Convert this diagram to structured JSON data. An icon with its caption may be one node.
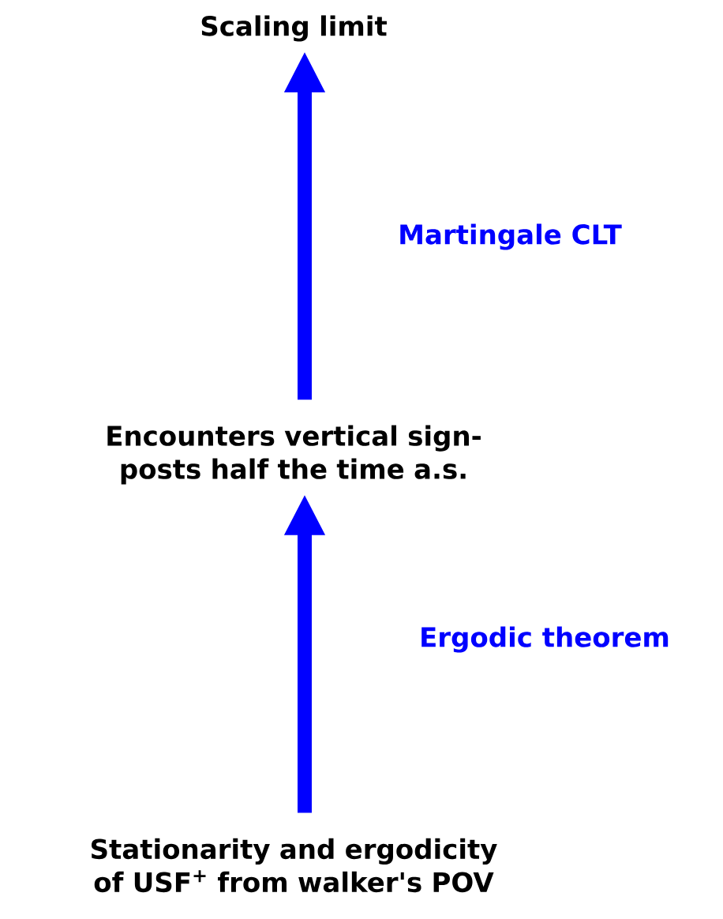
{
  "diagram": {
    "nodes": [
      {
        "text": [
          "Scaling limit"
        ]
      },
      {
        "text": [
          "Encounters vertical sign-posts half the time a.s."
        ]
      },
      {
        "text": [
          "Stationarity and ergodicity of USF$^{+}$ from walker's POV"
        ]
      }
    ],
    "edges": [
      {
        "from": 2,
        "to": 1,
        "arrow": "to",
        "label": "Ergodic theorem",
        "color": "#0000ff"
      },
      {
        "from": 1,
        "to": 0,
        "arrow": "to",
        "label": "Martingale CLT",
        "color": "#0000ff"
      }
    ]
  }
}
